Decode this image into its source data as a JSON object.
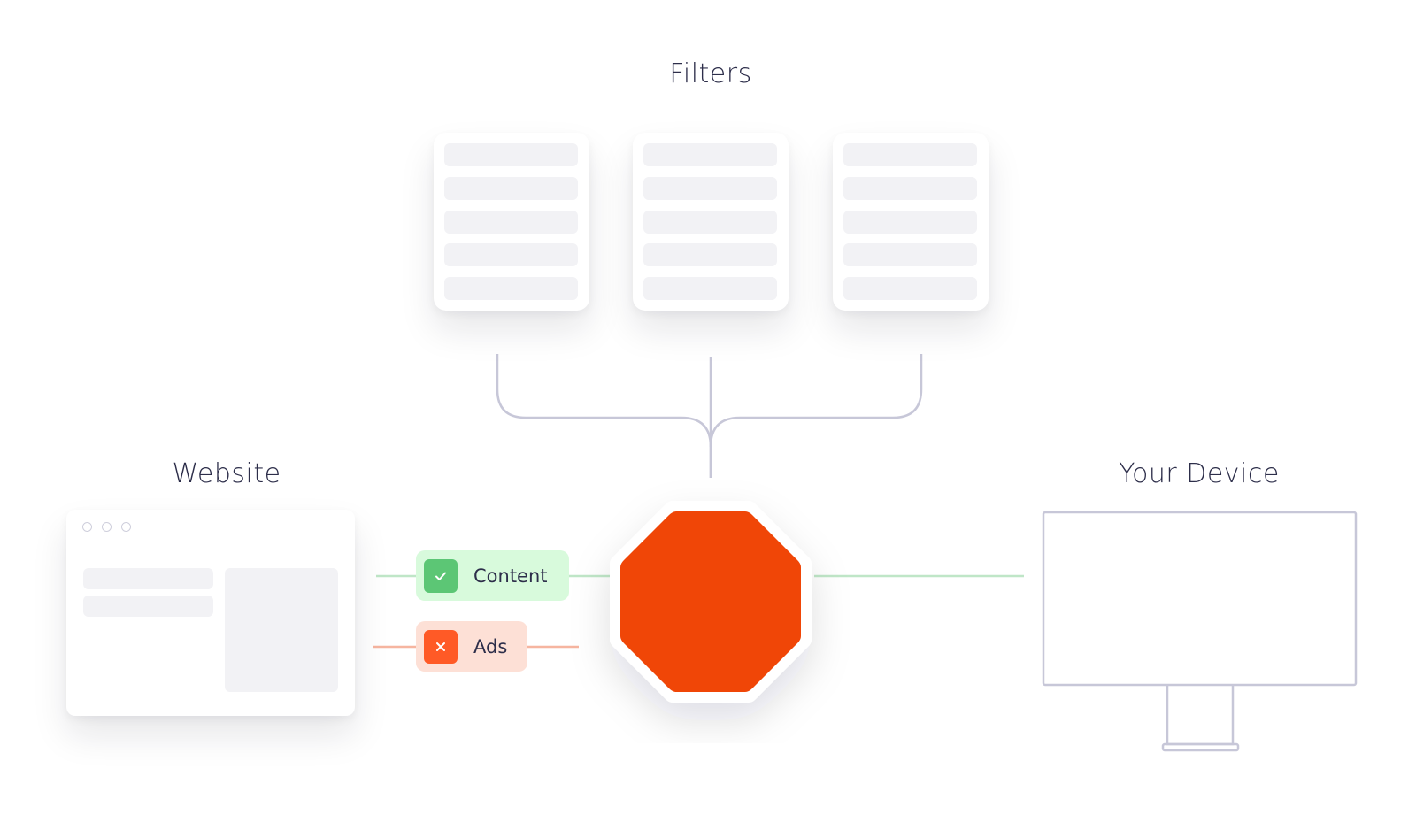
{
  "headings": {
    "filters": "Filters",
    "website": "Website",
    "device": "Your Device"
  },
  "chips": {
    "content": {
      "label": "Content",
      "icon": "check-icon",
      "bg": "#d8fadc",
      "icon_bg": "#5cc675"
    },
    "ads": {
      "label": "Ads",
      "icon": "close-icon",
      "bg": "#fde0d6",
      "icon_bg": "#ff5a26"
    }
  },
  "colors": {
    "text": "#2d2e4a",
    "blocker": "#f04607",
    "allowed_line": "#bfe6c7",
    "blocked_line": "#f6b5a0",
    "connector": "#c7c7d8",
    "placeholder": "#f2f2f5"
  },
  "icons": {
    "blocker": "stop-octagon-icon",
    "device": "monitor-icon"
  }
}
